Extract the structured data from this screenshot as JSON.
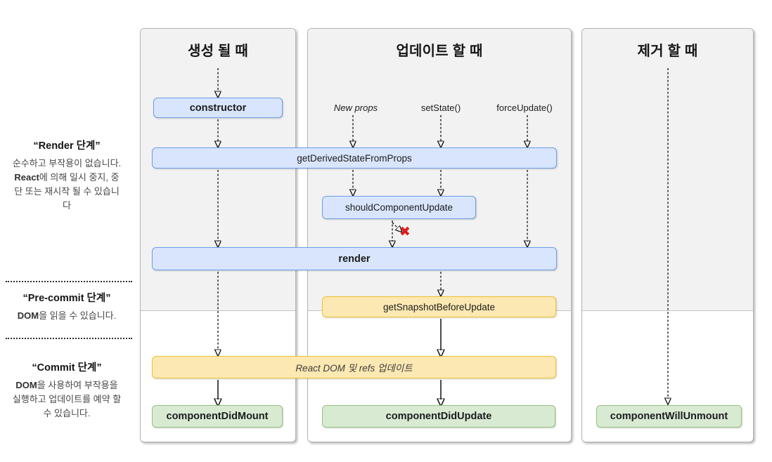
{
  "columns": {
    "mount": {
      "header": "생성 될 때"
    },
    "update": {
      "header": "업데이트 할 때"
    },
    "unmount": {
      "header": "제거 할 때"
    }
  },
  "triggers": {
    "new_props": "New props",
    "set_state": "setState()",
    "force_update": "forceUpdate()"
  },
  "methods": {
    "constructor": "constructor",
    "get_derived_state_from_props": "getDerivedStateFromProps",
    "should_component_update": "shouldComponentUpdate",
    "render": "render",
    "get_snapshot_before_update": "getSnapshotBeforeUpdate",
    "react_dom_update": "React DOM 및 refs 업데이트",
    "component_did_mount": "componentDidMount",
    "component_did_update": "componentDidUpdate",
    "component_will_unmount": "componentWillUnmount"
  },
  "phases": {
    "render": {
      "title": "“Render 단계”",
      "desc_pre": "순수하고 부작용이 없습니다. ",
      "desc_bold": "React",
      "desc_post": "에 의해 일시 중지, 중단 또는 재시작 될 수 있습니다"
    },
    "pre_commit": {
      "title": "“Pre-commit 단계”",
      "desc_pre": "",
      "desc_bold": "DOM",
      "desc_post": "을 읽을 수 있습니다."
    },
    "commit": {
      "title": "“Commit 단계”",
      "desc_pre": "",
      "desc_bold": "DOM",
      "desc_post": "을 사용하여 부작용을 실행하고 업데이트를 예약 할 수 있습니다."
    }
  },
  "annotations": {
    "blocked_mark": "✖"
  },
  "colors": {
    "box_blue_fill": "#d8e5fc",
    "box_blue_border": "#6d9eeb",
    "box_yellow_fill": "#fce8b2",
    "box_yellow_border": "#f1c232",
    "box_green_fill": "#d9ead3",
    "box_green_border": "#93c47d",
    "column_bg": "#f2f2f2",
    "column_border": "#b3b3b3",
    "arrow": "#111111",
    "blocked_x": "#dd1d1d"
  }
}
